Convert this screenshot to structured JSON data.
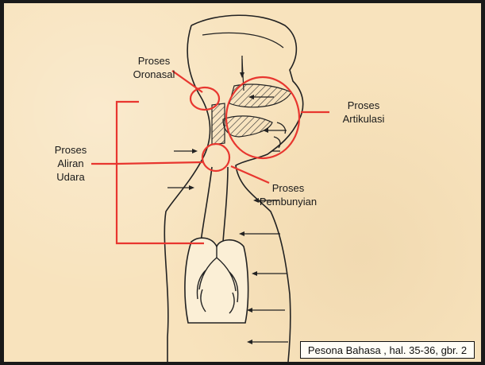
{
  "labels": {
    "oronasal": [
      "Proses",
      "Oronasal"
    ],
    "artikulasi": [
      "Proses",
      "Artikulasi"
    ],
    "aliran": [
      "Proses",
      "Aliran",
      "Udara"
    ],
    "pembunyian": [
      "Proses",
      "Pembunyian"
    ]
  },
  "caption": "Pesona Bahasa , hal. 35-36, gbr. 2",
  "colors": {
    "highlight": "#e8362f",
    "ink": "#1a1a1a",
    "background": "#f8e3bd"
  }
}
